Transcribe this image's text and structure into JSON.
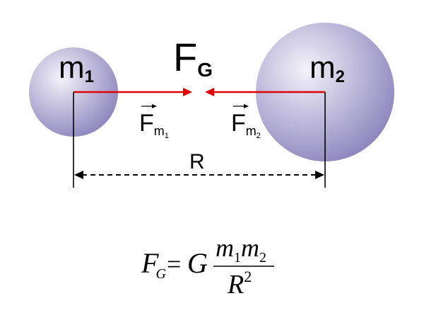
{
  "masses": {
    "m1": {
      "symbol": "m",
      "subscript": "1"
    },
    "m2": {
      "symbol": "m",
      "subscript": "2"
    }
  },
  "force": {
    "symbol": "F",
    "subscript": "G"
  },
  "vectors": {
    "f1": {
      "symbol": "F",
      "sub_symbol": "m",
      "sub_index": "1"
    },
    "f2": {
      "symbol": "F",
      "sub_symbol": "m",
      "sub_index": "2"
    }
  },
  "distance": {
    "label": "R"
  },
  "formula": {
    "lhs": "F",
    "lhs_sub": "G",
    "equals": "=",
    "constant": "G",
    "numerator_1": "m",
    "numerator_1_sub": "1",
    "numerator_2": "m",
    "numerator_2_sub": "2",
    "denominator": "R",
    "denominator_exp": "2"
  },
  "colors": {
    "sphere_light": "#f4f2fa",
    "sphere_dark": "#8f88bf",
    "arrow": "#e00000",
    "line": "#000000"
  }
}
